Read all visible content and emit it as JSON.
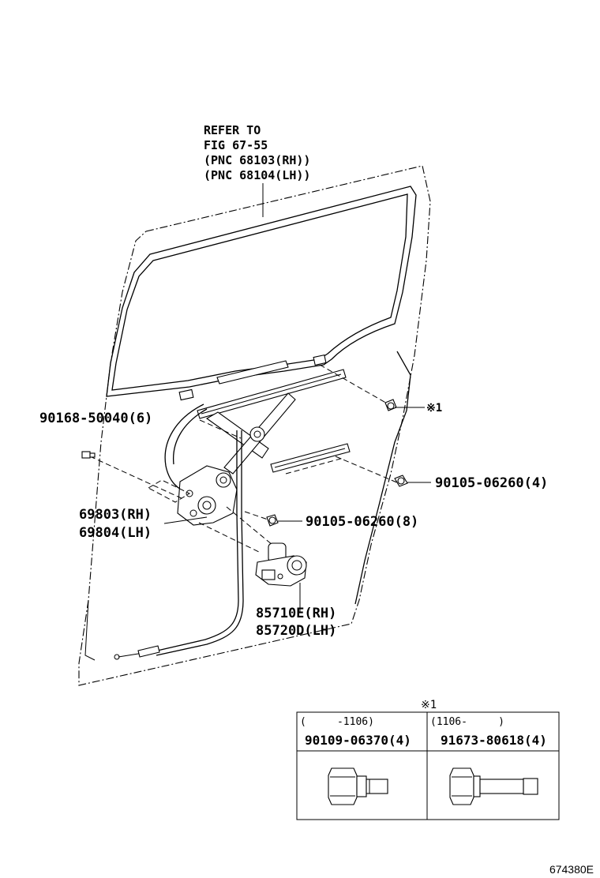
{
  "refer": {
    "line1": "REFER TO",
    "line2": "FIG 67-55",
    "line3": "(PNC 68103(RH))",
    "line4": "(PNC 68104(LH))"
  },
  "callouts": {
    "bolt_6": "90168-50040(6)",
    "bolt_4": "90105-06260(4)",
    "bolt_8": "90105-06260(8)",
    "regulator_rh": "69803(RH)",
    "regulator_lh": "69804(LH)",
    "motor_rh": "85710E(RH)",
    "motor_lh": "85720D(LH)",
    "note_mark": "※1"
  },
  "note_table": {
    "mark": "※1",
    "col1_range": "(     -1106)",
    "col2_range": "(1106-     )",
    "col1_part": "90109-06370(4)",
    "col2_part": "91673-80618(4)"
  },
  "figure_id": "674380E"
}
